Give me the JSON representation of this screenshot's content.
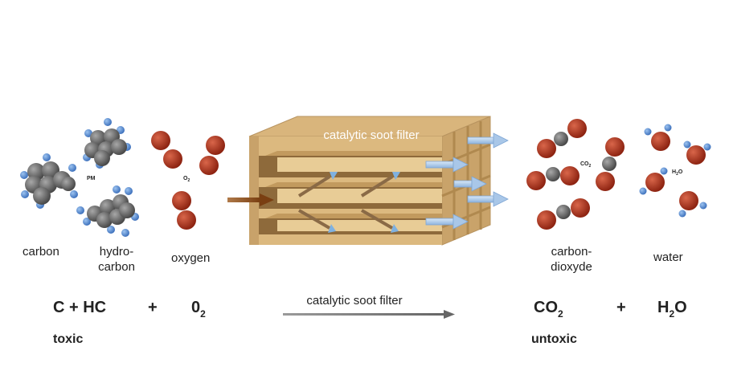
{
  "filter": {
    "title": "catalytic soot filter"
  },
  "reactants": {
    "carbon": "carbon",
    "hydrocarbon_line1": "hydro-",
    "hydrocarbon_line2": "carbon",
    "oxygen": "oxygen",
    "pm_tag": "PM",
    "o2_tag_base": "O",
    "o2_tag_sub": "2"
  },
  "products": {
    "co2_line1": "carbon-",
    "co2_line2": "dioxyde",
    "water": "water",
    "co2_tag_base": "CO",
    "co2_tag_sub": "2",
    "h2o_tag_base": "H",
    "h2o_tag_sub": "2",
    "h2o_tag_end": "O"
  },
  "equation": {
    "lhs": "C + HC",
    "plus1": "+",
    "o2_base": "0",
    "o2_sub": "2",
    "arrow_label": "catalytic soot filter",
    "co2_base": "CO",
    "co2_sub": "2",
    "plus2": "+",
    "h2o_h": "H",
    "h2o_sub": "2",
    "h2o_o": "O",
    "left_note": "toxic",
    "right_note": "untoxic"
  },
  "colors": {
    "carbon_atom": "#6b6b6b",
    "hydrogen_atom": "#5b8fd6",
    "oxygen_atom": "#b5351e",
    "filter_wood": "#d9b57c",
    "filter_dark": "#a9824c",
    "gas_in_arrow": "#7a4216",
    "gas_out_arrow": "#a9c7e8"
  }
}
